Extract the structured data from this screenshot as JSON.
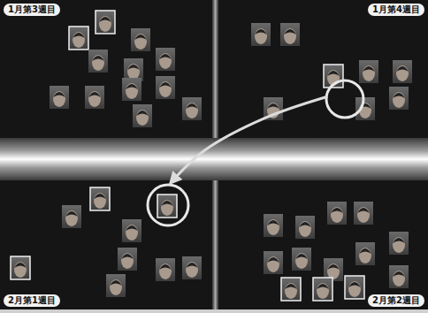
{
  "diagram": {
    "nodes": [
      {
        "text": [
          "1月第3週目"
        ]
      },
      {
        "text": [
          "1月第4週目"
        ]
      },
      {
        "text": [
          "2月第1週目"
        ]
      },
      {
        "text": [
          "2月第2週目"
        ]
      }
    ],
    "edges": [
      {
        "from": 1,
        "to": 2,
        "arrow": "to"
      }
    ]
  }
}
